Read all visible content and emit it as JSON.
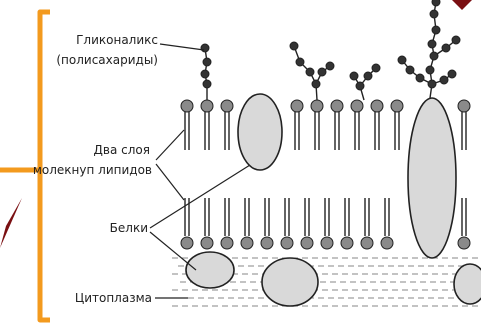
{
  "labels": {
    "glycocalyx_line1": "Гликоналикс",
    "glycocalyx_line2": "(полисахариды)",
    "lipid_line1": "Два слоя",
    "lipid_line2": "молекнуп липидов",
    "proteins": "Белки",
    "cytoplasm": "Цитоплазма"
  },
  "colors": {
    "bracket": "#f39a1e",
    "arrow": "#7a0f12",
    "ink": "#222222",
    "head": "#8a8a8a",
    "protein": "#d9d9d9",
    "cytoplasm_dash": "#555555"
  }
}
